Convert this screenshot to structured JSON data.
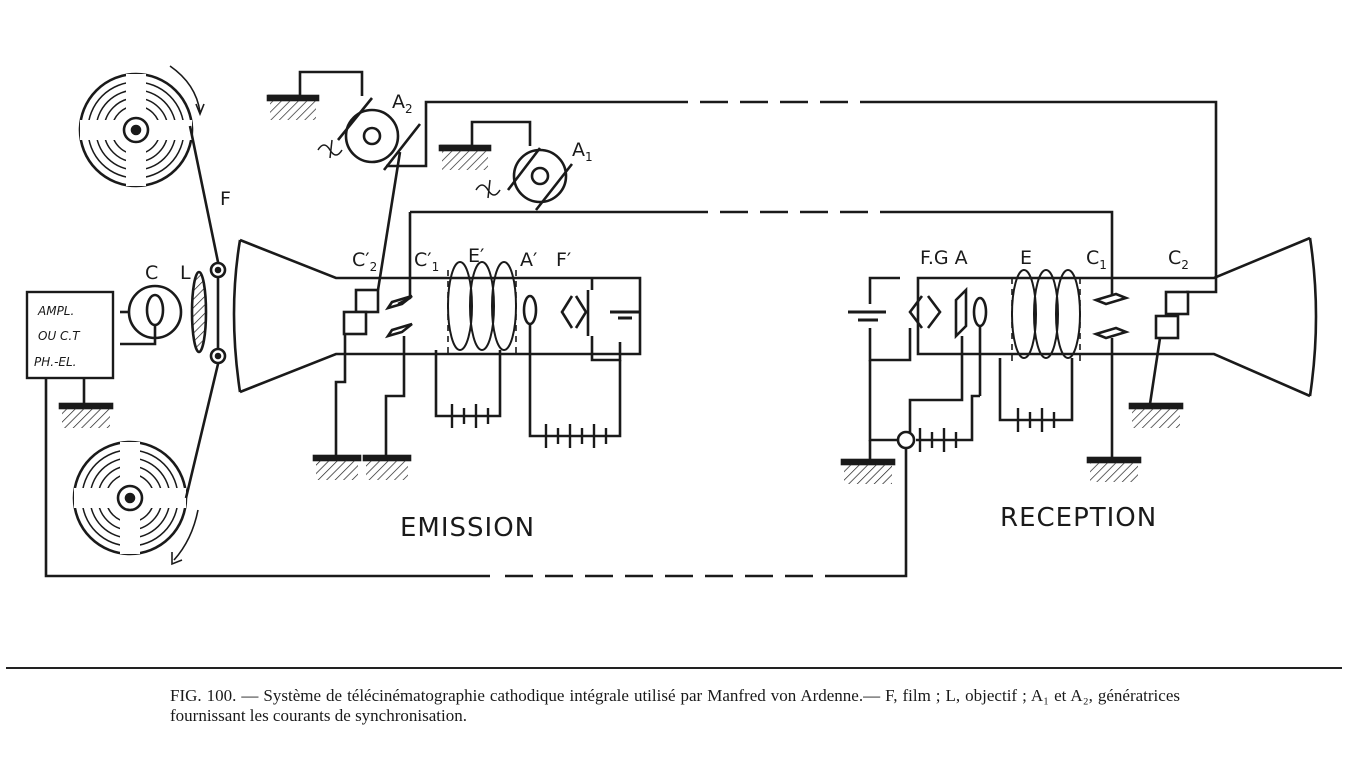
{
  "diagram": {
    "labels": {
      "film": "F",
      "cell": "C",
      "lens": "L",
      "amp_line1": "AMPL.",
      "amp_line2": "OU C.T",
      "amp_line3": "PH.-EL.",
      "gen_a2": "A",
      "gen_a2_sub": "2",
      "gen_a1": "A",
      "gen_a1_sub": "1",
      "c2_prime": "C′",
      "c2_prime_sub": "2",
      "c1_prime": "C′",
      "c1_prime_sub": "1",
      "e_prime": "E′",
      "a_prime": "A′",
      "f_prime": "F′",
      "fga": "F.G A",
      "e": "E",
      "c1": "C",
      "c1_sub": "1",
      "c2": "C",
      "c2_sub": "2",
      "emission": "EMISSION",
      "reception": "RECEPTION"
    }
  },
  "caption": {
    "text": "FIG. 100. — Système de télécinématographie cathodique intégrale utilisé par Manfred von Ardenne.— F, film ; L, objectif ; A₁ et A₂, génératrices fournissant les courants de synchronisation."
  }
}
